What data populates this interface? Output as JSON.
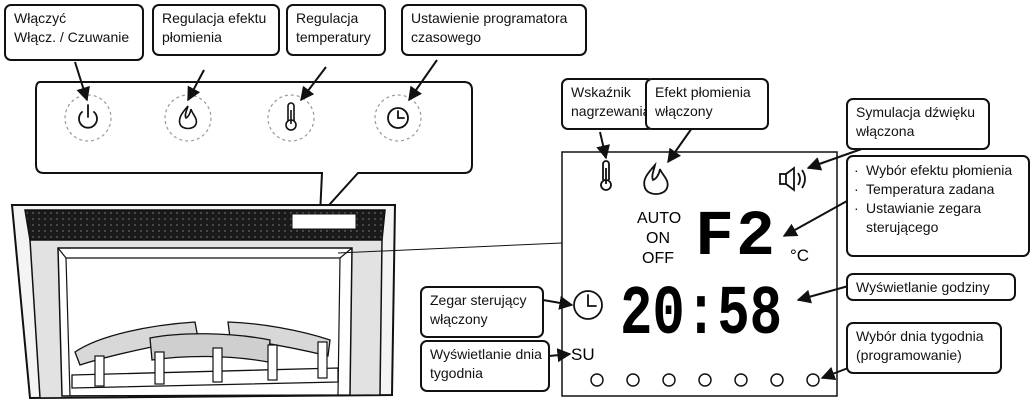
{
  "top_callouts": [
    {
      "lines": [
        "Włączyć",
        "Włącz. / Czuwanie"
      ]
    },
    {
      "lines": [
        "Regulacja efektu",
        "płomienia"
      ]
    },
    {
      "lines": [
        "Regulacja",
        "temperatury"
      ]
    },
    {
      "lines": [
        "Ustawienie programatora",
        "czasowego"
      ]
    }
  ],
  "control_panel_icons": [
    "power-icon",
    "flame-icon",
    "thermometer-icon",
    "clock-icon"
  ],
  "display_callouts": {
    "heating": [
      "Wskaźnik",
      "nagrzewania"
    ],
    "flame_on": [
      "Efekt płomienia",
      "włączony"
    ],
    "sound": [
      "Symulacja dźwięku",
      "włączona"
    ],
    "multi": [
      "Wybór efektu płomienia",
      "Temperatura zadana",
      "Ustawianie zegara",
      "sterującego"
    ],
    "clock_display": [
      "Wyświetlanie godziny"
    ],
    "timer_on": [
      "Zegar sterujący",
      "włączony"
    ],
    "weekday_display": [
      "Wyświetlanie dnia",
      "tygodnia"
    ],
    "weekday_select": [
      "Wybór dnia tygodnia",
      "(programowanie)"
    ]
  },
  "lcd": {
    "mode_labels": [
      "AUTO",
      "ON",
      "OFF"
    ],
    "flame_code": "F2",
    "unit": "°C",
    "time": "20:58",
    "weekday": "SU",
    "day_dot_count": 7
  }
}
